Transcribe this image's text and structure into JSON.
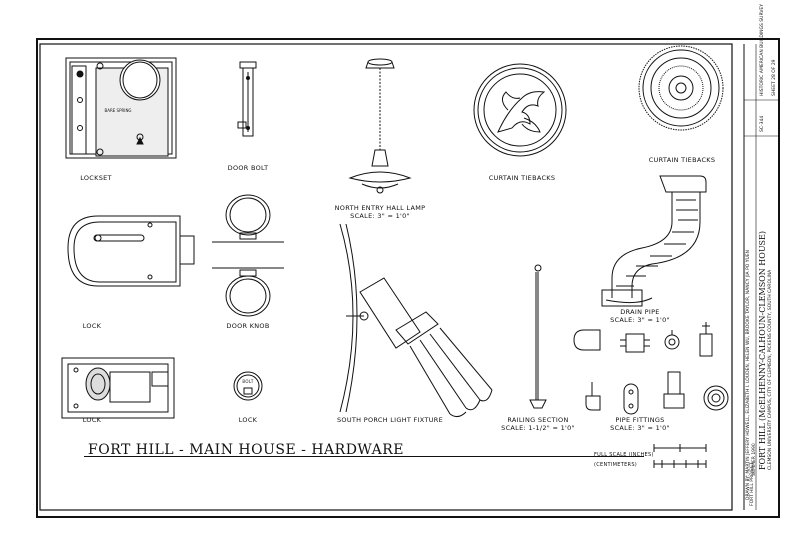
{
  "drawing_title": "FORT HILL - MAIN HOUSE - HARDWARE",
  "labels": {
    "lockset": "LOCKSET",
    "door_bolt": "DOOR BOLT",
    "hall_lamp": "NORTH ENTRY HALL LAMP",
    "hall_lamp_scale": "SCALE: 3\" = 1'0\"",
    "curtain_tiebacks_1": "CURTAIN TIEBACKS",
    "curtain_tiebacks_2": "CURTAIN TIEBACKS",
    "lock_1": "LOCK",
    "door_knob": "DOOR KNOB",
    "drain_pipe": "DRAIN PIPE",
    "drain_pipe_scale": "SCALE: 3\" = 1'0\"",
    "lock_2": "LOCK",
    "lock_3": "LOCK",
    "porch_light": "SOUTH PORCH LIGHT FIXTURE",
    "railing_section": "RAILING SECTION",
    "railing_scale": "SCALE: 1-1/2\" = 1'0\"",
    "pipe_fittings": "PIPE FITTINGS",
    "pipe_fittings_scale": "SCALE: 3\" = 1'0\"",
    "lockset_plate_text": "BARE SPRING",
    "small_lock_text": "BOLT"
  },
  "scales": {
    "full_scale": "FULL SCALE (INCHES)",
    "centimeters": "(CENTIMETERS)"
  },
  "title_block": {
    "main": "FORT HILL (McELHENNY-CALHOUN-CLEMSON HOUSE)",
    "location": "CLEMSON UNIVERSITY CAMPUS, CITY OF CLEMSON, PICKENS COUNTY, SOUTH CAROLINA",
    "credits": "DRAWN BY: MARTIN JEFFERY HOWELL, ELIZABETH I. LOUDEN, HELEN WU, BROOKE TAYLOR, NANCY JIA PO YUEN",
    "project": "FORT HILL PROJECT",
    "year": "SUMMER 1990",
    "survey": "HISTORIC AMERICAN BUILDINGS SURVEY",
    "sheet": "SHEET 28 OF 29",
    "number": "SC-344"
  }
}
